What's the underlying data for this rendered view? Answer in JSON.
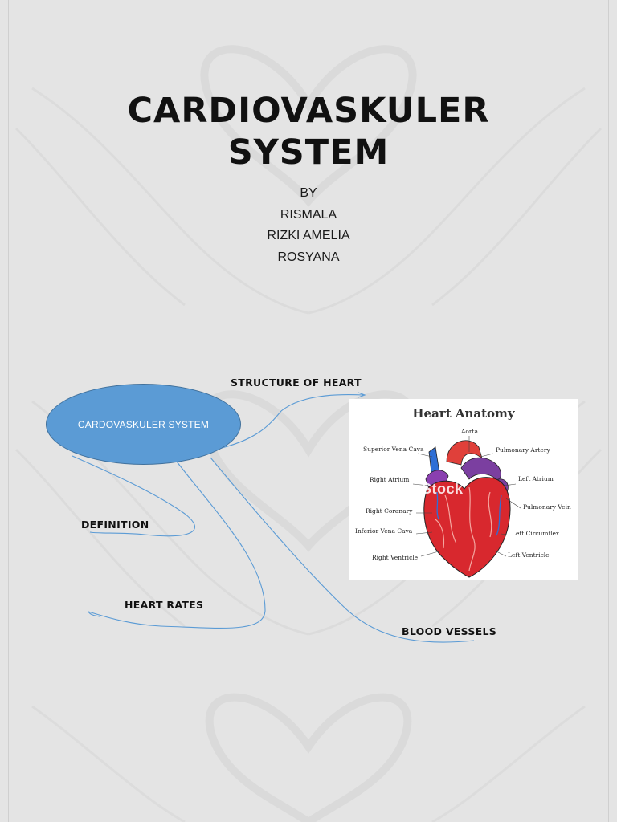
{
  "slide": {
    "title_line1": "CARDIOVASKULER",
    "title_line2": "SYSTEM",
    "authors": [
      "BY",
      "RISMALA",
      "RIZKI AMELIA",
      "ROSYANA"
    ]
  },
  "mind_map": {
    "center": "CARDOVASKULER SYSTEM",
    "branches": {
      "structure": "STRUCTURE OF HEART",
      "definition": "DEFINITION",
      "heart_rates": "HEART RATES",
      "blood_vessels": "BLOOD VESSELS"
    }
  },
  "heart_image": {
    "title": "Heart Anatomy",
    "watermark": "Can Stock",
    "labels": {
      "aorta": "Aorta",
      "superior_vena_cava": "Superior Vena Cava",
      "pulmonary_artery": "Pulmonary Artery",
      "right_atrium": "Right Atrium",
      "left_atrium": "Left Atrium",
      "right_coronary": "Right Coranary",
      "pulmonary_vein": "Pulmonary Vein",
      "inferior_vena_cava": "Inferior Vena Cava",
      "left_circumflex": "Left Circumflex",
      "right_ventricle": "Right Ventricle",
      "left_ventricle": "Left Ventricle"
    }
  },
  "colors": {
    "background": "#e4e4e4",
    "ellipse_fill": "#5b9bd5",
    "connector": "#5b9bd5",
    "heart_red": "#d8282e",
    "heart_purple": "#7b3fa0",
    "heart_blue": "#2f6fd6"
  }
}
